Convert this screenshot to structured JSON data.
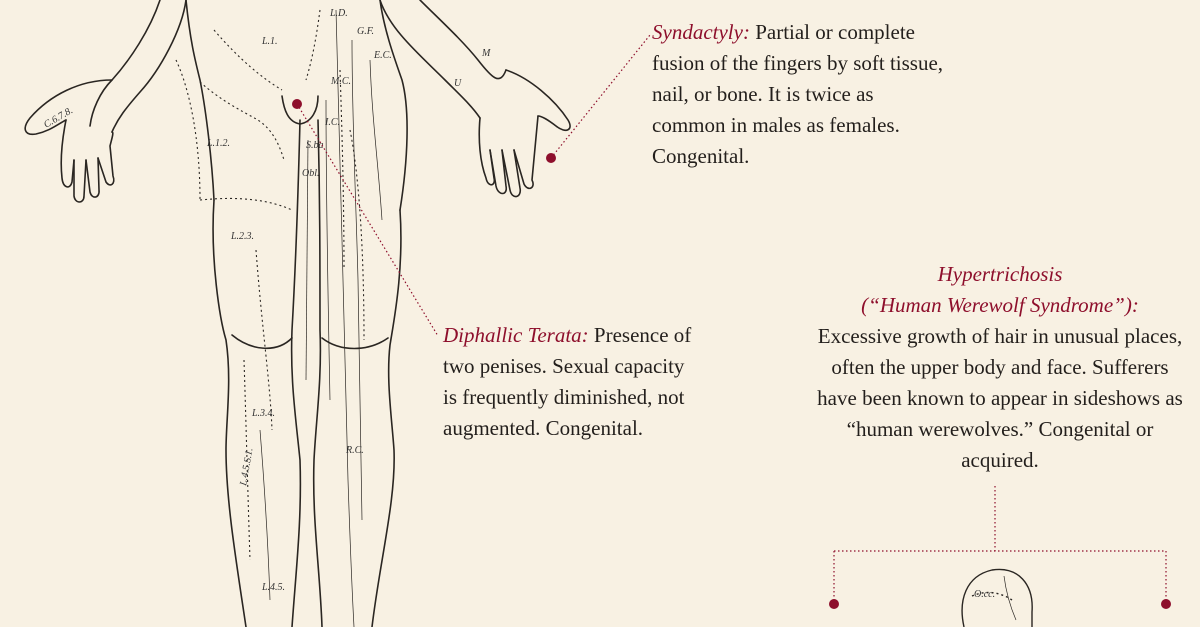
{
  "syndactyly": {
    "term": "Syndactyly:",
    "description": "Partial or complete fusion of the fingers by soft tissue, nail, or bone. It is twice as common in males as females. Congenital."
  },
  "diphallic": {
    "term": "Diphallic Terata:",
    "description": "Presence of two penises. Sexual capacity is frequently diminished, not augmented. Congenital."
  },
  "hypertrichosis": {
    "term": "Hypertrichosis",
    "alias": "(“Human Werewolf Syndrome”):",
    "description": "Excessive growth of hair in unusual places, often the upper body and face. Sufferers have been known to appear in sideshows as “human werewolves.” Congenital or acquired."
  },
  "body_labels": {
    "l1": "L.1.",
    "l12": "L.1.2.",
    "l23": "L.2.3.",
    "l34": "L.3.4.",
    "l45": "L.4.5.",
    "l45s1": "L.4.5.S.1.",
    "u": "U",
    "mc": "M.C.",
    "ic": "I.C.",
    "ec": "E.C.",
    "obl": "Obl.",
    "sba": "S.ba",
    "gf": "G.F.",
    "ld": "L.D.",
    "m": "M",
    "rc": "R.C.",
    "c678": "C.6.7.8.",
    "occ": "O.cc."
  },
  "colors": {
    "background": "#f8f1e3",
    "accent": "#8e0f2c",
    "text": "#231f1c",
    "drawing": "#2a2622"
  }
}
